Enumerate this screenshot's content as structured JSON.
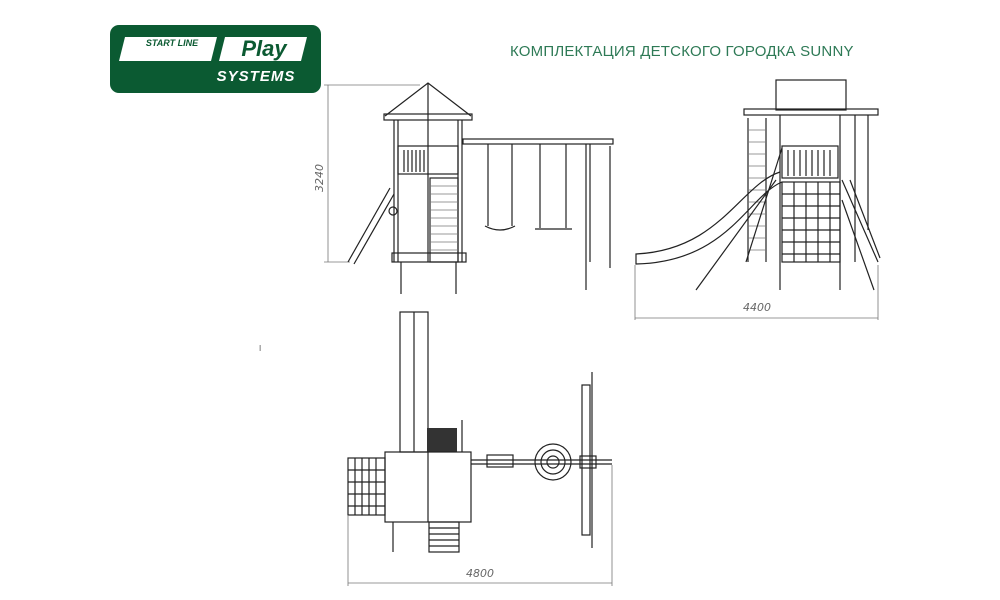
{
  "logo": {
    "start_line": "START LINE",
    "play": "Play",
    "systems": "SYSTEMS",
    "brand_color": "#0b5a32"
  },
  "title": "КОМПЛЕКТАЦИЯ ДЕТСКОГО ГОРОДКА SUNNY",
  "dimensions": {
    "height": "3240",
    "side_width": "4400",
    "plan_width": "4800"
  },
  "stray_mark": "I"
}
